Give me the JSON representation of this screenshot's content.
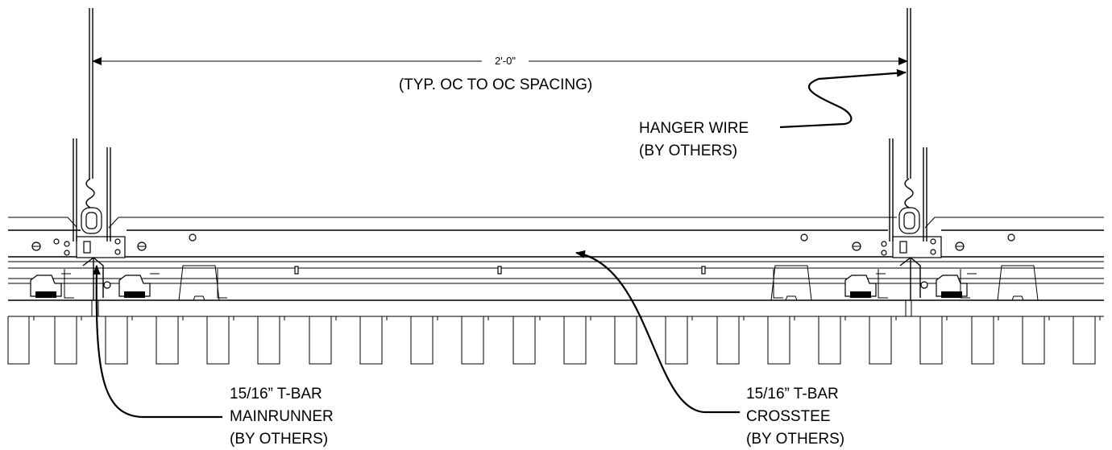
{
  "dimension": {
    "value": "2'-0\"",
    "note": "(TYP. OC TO OC SPACING)"
  },
  "callouts": {
    "hanger_wire": [
      "HANGER WIRE",
      "(BY OTHERS)"
    ],
    "mainrunner": [
      "15/16” T-BAR",
      "MAINRUNNER",
      "(BY OTHERS)"
    ],
    "crosstee": [
      "15/16” T-BAR",
      "CROSSTEE",
      "(BY OTHERS)"
    ]
  },
  "colors": {
    "line": "#000000",
    "background": "#ffffff"
  }
}
